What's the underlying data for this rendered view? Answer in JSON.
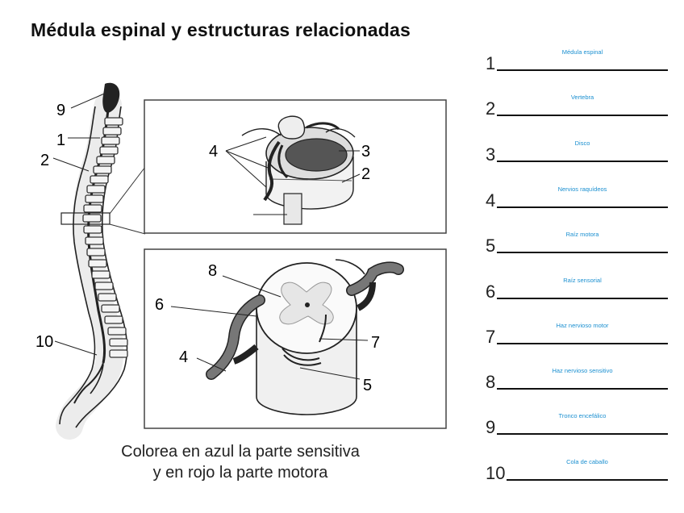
{
  "title": "Médula espinal y estructuras relacionadas",
  "caption": {
    "line1": "Colorea en azul la parte sensitiva",
    "line2": "y en rojo la parte motora"
  },
  "callouts": {
    "spine": [
      "9",
      "1",
      "2",
      "10"
    ],
    "top": [
      "4",
      "3",
      "2"
    ],
    "bottom": [
      "8",
      "6",
      "4",
      "7",
      "5"
    ]
  },
  "answers": [
    {
      "number": "1",
      "text": "Médula espinal"
    },
    {
      "number": "2",
      "text": "Vertebra"
    },
    {
      "number": "3",
      "text": "Disco"
    },
    {
      "number": "4",
      "text": "Nervios raquídeos"
    },
    {
      "number": "5",
      "text": "Raíz motora"
    },
    {
      "number": "6",
      "text": "Raíz sensorial"
    },
    {
      "number": "7",
      "text": "Haz nervioso motor"
    },
    {
      "number": "8",
      "text": "Haz nervioso sensitivo"
    },
    {
      "number": "9",
      "text": "Tronco encefálico"
    },
    {
      "number": "10",
      "text": "Cola de caballo"
    }
  ],
  "colors": {
    "answer_text": "#1a8fd0",
    "ink": "#111111",
    "gray_matter": "#e6e6e6"
  }
}
